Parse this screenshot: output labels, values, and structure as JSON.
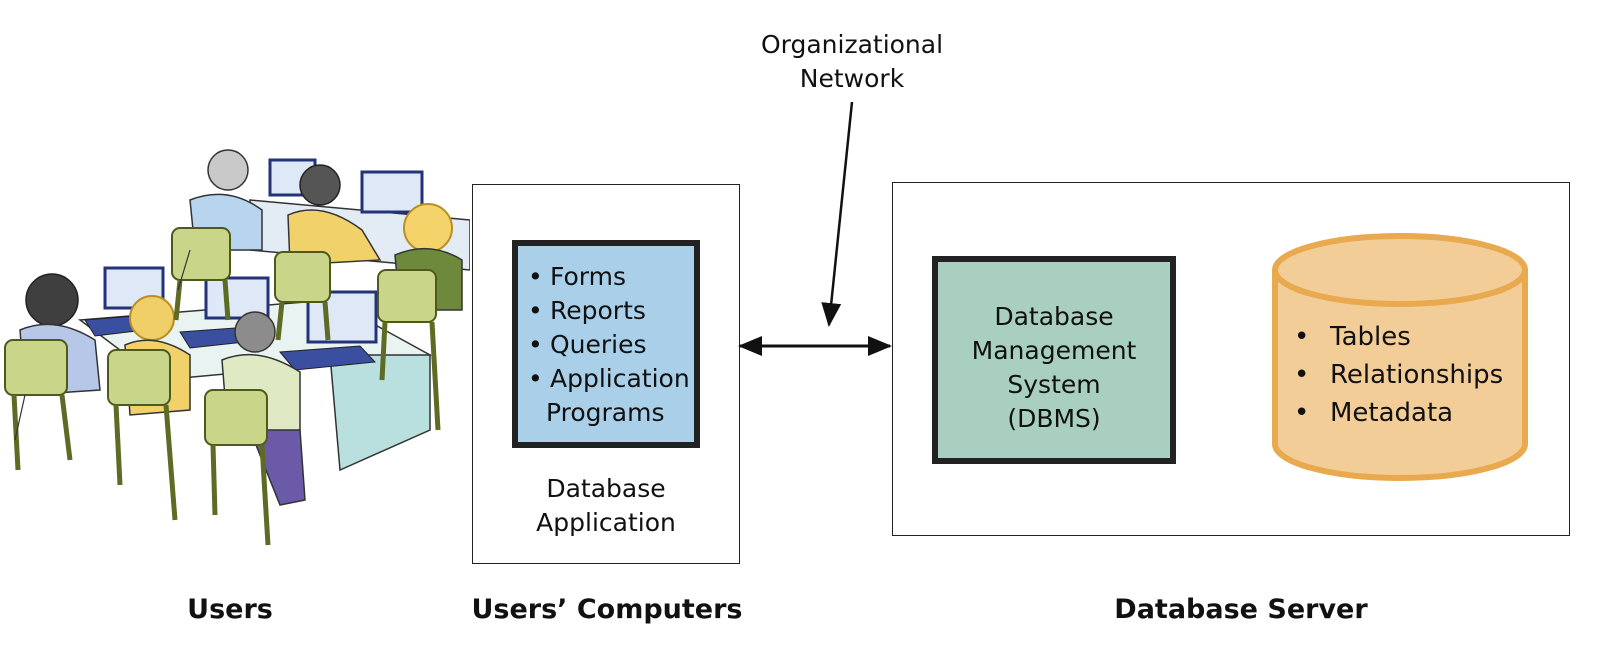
{
  "network_label": [
    "Organizational",
    "Network"
  ],
  "app_items": [
    "Forms",
    "Reports",
    "Queries",
    "Application"
  ],
  "app_items_continuation": "Programs",
  "app_caption": [
    "Database",
    "Application"
  ],
  "dbms_lines": [
    "Database",
    "Management",
    "System",
    "(DBMS)"
  ],
  "db_items": [
    "Tables",
    "Relationships",
    "Metadata"
  ],
  "section_labels": {
    "users": "Users",
    "computers": "Users’ Computers",
    "server": "Database Server"
  },
  "colors": {
    "app_box": "#a9d0e8",
    "dbms_box": "#a8cfc0",
    "cylinder_fill": "#f3cd97",
    "cylinder_stroke": "#e8a94f"
  }
}
